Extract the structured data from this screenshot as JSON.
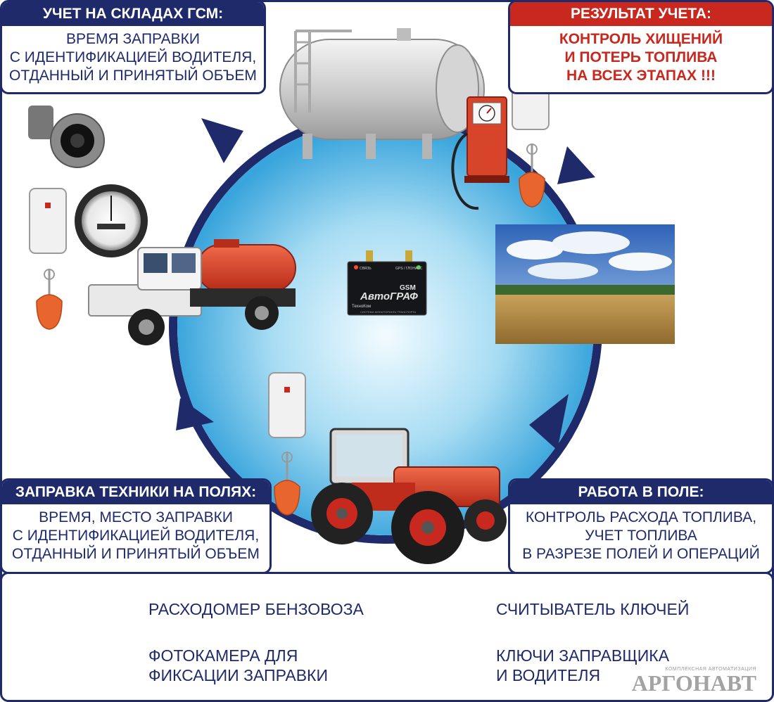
{
  "boxes": {
    "warehouse": {
      "title": "УЧЕТ НА СКЛАДАХ ГСМ:",
      "lines": [
        "ВРЕМЯ ЗАПРАВКИ",
        "С ИДЕНТИФИКАЦИЕЙ ВОДИТЕЛЯ,",
        "ОТДАННЫЙ И ПРИНЯТЫЙ ОБЪЕМ"
      ]
    },
    "result": {
      "title": "РЕЗУЛЬТАТ УЧЕТА:",
      "lines": [
        "КОНТРОЛЬ  ХИЩЕНИЙ",
        "И ПОТЕРЬ ТОПЛИВА",
        "НА ВСЕХ ЭТАПАХ !!!"
      ]
    },
    "field_refuel": {
      "title": "ЗАПРАВКА ТЕХНИКИ НА ПОЛЯХ:",
      "lines": [
        "ВРЕМЯ, МЕСТО ЗАПРАВКИ",
        "С ИДЕНТИФИКАЦИЕЙ ВОДИТЕЛЯ,",
        "ОТДАННЫЙ И ПРИНЯТЫЙ ОБЪЕМ"
      ]
    },
    "field_work": {
      "title": "РАБОТА В ПОЛЕ:",
      "lines": [
        "КОНТРОЛЬ РАСХОДА ТОПЛИВА,",
        "УЧЕТ ТОПЛИВА",
        "В РАЗРЕЗЕ ПОЛЕЙ И ОПЕРАЦИЙ"
      ]
    }
  },
  "device": {
    "brand": "АвтоГРАФ",
    "gsm": "GSM",
    "maker": "ТехноКом",
    "led_left": "СВЯЗЬ",
    "led_right": "GPS / ГЛОНАСС",
    "caption": "СИСТЕМА МОНИТОРИНГА ТРАНСПОРТА"
  },
  "legend": {
    "flowmeter": "РАСХОДОМЕР БЕНЗОВОЗА",
    "reader": "СЧИТЫВАТЕЛЬ КЛЮЧЕЙ",
    "camera_l1": "ФОТОКАМЕРА ДЛЯ",
    "camera_l2": "ФИКСАЦИИ ЗАПРАВКИ",
    "keys_l1": "КЛЮЧИ ЗАПРАВЩИКА",
    "keys_l2": "И ВОДИТЕЛЯ"
  },
  "logo": {
    "tagline": "КОМПЛЕКСНАЯ АВТОМАТИЗАЦИЯ",
    "name": "АРГОНАВТ"
  },
  "colors": {
    "navy": "#1f2a6b",
    "red": "#c8281e",
    "circle_light": "#f2fbff",
    "circle_dark": "#3aa5dc",
    "key_orange": "#e8652e"
  }
}
